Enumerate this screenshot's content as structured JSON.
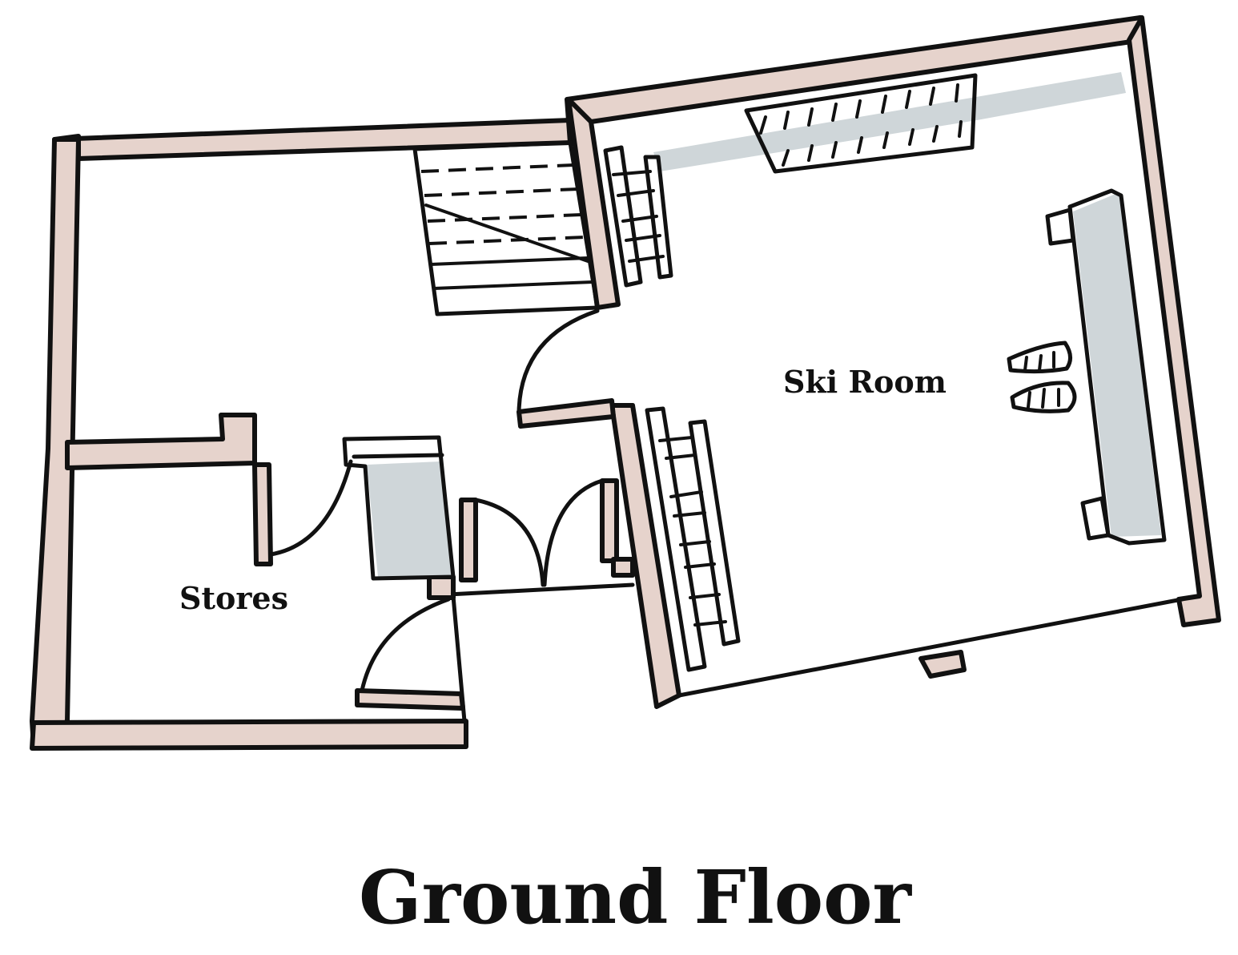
{
  "rooms": {
    "ski_room": "Ski Room",
    "stores": "Stores"
  },
  "title": "Ground Floor",
  "colors": {
    "wall_fill": "#e6d3cc",
    "furniture_shade": "#cfd6d9",
    "ink": "#111111"
  }
}
